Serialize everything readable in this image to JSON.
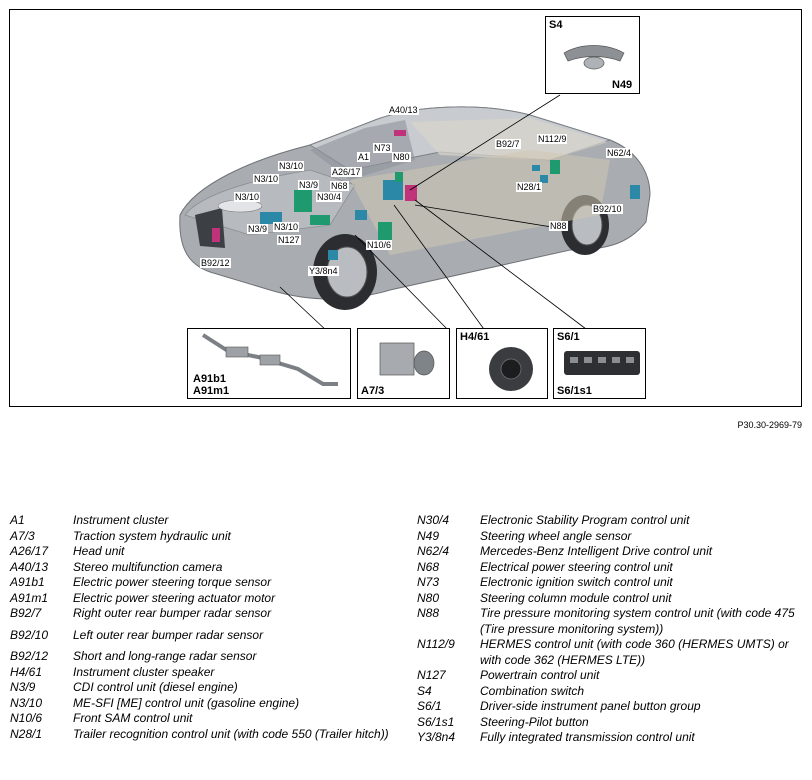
{
  "figure_ref": "P30.30-2969-79",
  "callouts": [
    {
      "id": "s4-top",
      "text": "S4"
    },
    {
      "id": "n49-top",
      "text": "N49"
    },
    {
      "id": "a40-13",
      "text": "A40/13"
    },
    {
      "id": "n73",
      "text": "N73"
    },
    {
      "id": "a1",
      "text": "A1"
    },
    {
      "id": "n80",
      "text": "N80"
    },
    {
      "id": "a26-17",
      "text": "A26/17"
    },
    {
      "id": "n68",
      "text": "N68"
    },
    {
      "id": "n30-4",
      "text": "N30/4"
    },
    {
      "id": "n3-10-a",
      "text": "N3/10"
    },
    {
      "id": "n3-10-b",
      "text": "N3/10"
    },
    {
      "id": "n3-9-a",
      "text": "N3/9"
    },
    {
      "id": "n3-10-c",
      "text": "N3/10"
    },
    {
      "id": "n3-9-b",
      "text": "N3/9"
    },
    {
      "id": "n3-10-d",
      "text": "N3/10"
    },
    {
      "id": "n127",
      "text": "N127"
    },
    {
      "id": "n10-6",
      "text": "N10/6"
    },
    {
      "id": "b92-12",
      "text": "B92/12"
    },
    {
      "id": "y3-8n4",
      "text": "Y3/8n4"
    },
    {
      "id": "b92-7",
      "text": "B92/7"
    },
    {
      "id": "n112-9",
      "text": "N112/9"
    },
    {
      "id": "n28-1",
      "text": "N28/1"
    },
    {
      "id": "n62-4",
      "text": "N62/4"
    },
    {
      "id": "b92-10",
      "text": "B92/10"
    },
    {
      "id": "n88",
      "text": "N88"
    }
  ],
  "insets": {
    "steering_rack": {
      "line1": "A91b1",
      "line2": "A91m1"
    },
    "traction_unit": {
      "label": "A7/3"
    },
    "speaker": {
      "label": "H4/61"
    },
    "button_group": {
      "top": "S6/1",
      "bottom": "S6/1s1"
    },
    "combination_switch": {
      "top": "S4",
      "bottom": "N49"
    }
  },
  "legend_left": [
    {
      "code": "A1",
      "desc": "Instrument cluster"
    },
    {
      "code": "A7/3",
      "desc": "Traction system hydraulic unit"
    },
    {
      "code": "A26/17",
      "desc": "Head unit"
    },
    {
      "code": "A40/13",
      "desc": "Stereo multifunction camera"
    },
    {
      "code": "A91b1",
      "desc": "Electric power steering torque sensor"
    },
    {
      "code": "A91m1",
      "desc": "Electric power steering actuator motor"
    },
    {
      "code": "B92/7",
      "desc": "Right outer rear bumper radar sensor"
    },
    {
      "code": "",
      "desc": ""
    },
    {
      "code": "B92/10",
      "desc": "Left outer rear bumper radar sensor"
    },
    {
      "code": "",
      "desc": ""
    },
    {
      "code": "B92/12",
      "desc": "Short and long-range radar sensor"
    },
    {
      "code": "H4/61",
      "desc": "Instrument cluster speaker"
    },
    {
      "code": "N3/9",
      "desc": "CDI control unit (diesel engine)"
    },
    {
      "code": "N3/10",
      "desc": "ME-SFI [ME] control unit (gasoline engine)"
    },
    {
      "code": "N10/6",
      "desc": "Front SAM control unit"
    },
    {
      "code": "N28/1",
      "desc": "Trailer recognition control unit (with code 550 (Trailer hitch))"
    }
  ],
  "legend_right": [
    {
      "code": "N30/4",
      "desc": "Electronic Stability Program control unit"
    },
    {
      "code": "N49",
      "desc": "Steering wheel angle sensor"
    },
    {
      "code": "N62/4",
      "desc": "Mercedes-Benz Intelligent Drive control unit"
    },
    {
      "code": "N68",
      "desc": "Electrical power steering control unit"
    },
    {
      "code": "N73",
      "desc": "Electronic ignition switch control unit"
    },
    {
      "code": "N80",
      "desc": "Steering column module control unit"
    },
    {
      "code": "N88",
      "desc": "Tire pressure monitoring system control unit (with code 475 (Tire pressure monitoring system))"
    },
    {
      "code": "N112/9",
      "desc": "HERMES control unit (with code 360 (HERMES UMTS) or with code 362 (HERMES LTE))"
    },
    {
      "code": "N127",
      "desc": "Powertrain control unit"
    },
    {
      "code": "S4",
      "desc": "Combination switch"
    },
    {
      "code": "S6/1",
      "desc": "Driver-side instrument panel button group"
    },
    {
      "code": "S6/1s1",
      "desc": "Steering-Pilot button"
    },
    {
      "code": "Y3/8n4",
      "desc": "Fully integrated transmission control unit"
    }
  ]
}
